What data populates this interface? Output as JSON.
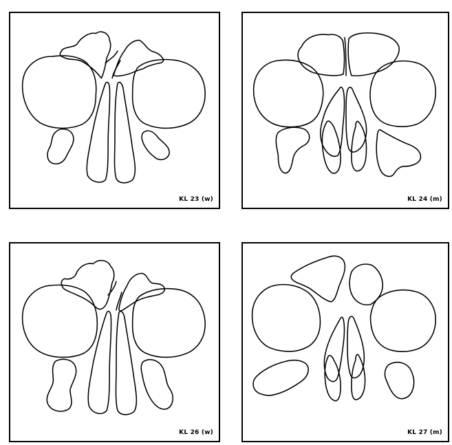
{
  "panels": [
    {
      "id": "KL23",
      "label": "KL 23 (w)"
    },
    {
      "id": "KL24",
      "label": "KL 24 (m)"
    },
    {
      "id": "KL26",
      "label": "KL 26 (w)"
    },
    {
      "id": "KL27",
      "label": "KL 27 (m)"
    }
  ],
  "colors": {
    "outline": "#000000",
    "background": "#ffffff"
  }
}
